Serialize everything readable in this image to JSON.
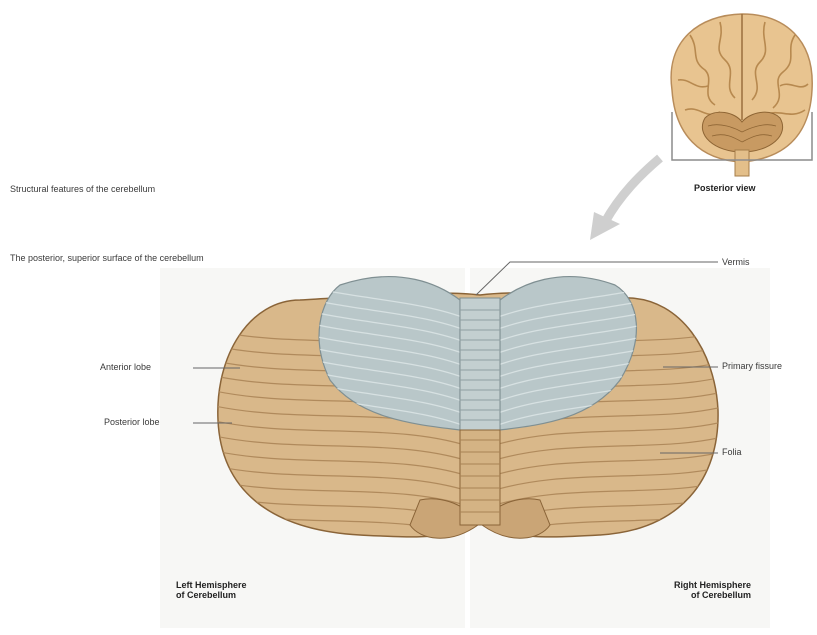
{
  "caption": {
    "title": "Structural features of the cerebellum",
    "subtitle": "The posterior, superior surface of the cerebellum"
  },
  "inset": {
    "label": "Posterior view"
  },
  "labels": {
    "vermis": "Vermis",
    "primary_fissure": "Primary fissure",
    "folia": "Folia",
    "anterior_lobe": "Anterior lobe",
    "posterior_lobe": "Posterior lobe",
    "left_hemisphere_line1": "Left Hemisphere",
    "left_hemisphere_line2": "of Cerebellum",
    "right_hemisphere_line1": "Right Hemisphere",
    "right_hemisphere_line2": "of Cerebellum"
  },
  "colors": {
    "anterior_lobe": "#b9c7c9",
    "posterior_lobe": "#d9b88a",
    "folia_line": "#b08a5c",
    "leader_line": "#666666",
    "brain_inset": "#e8c490",
    "arrow": "#c9c9c9"
  }
}
